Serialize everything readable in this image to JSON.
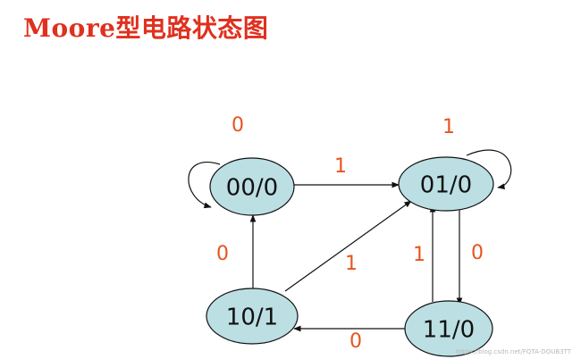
{
  "title": "Moore型电路状态图",
  "colors": {
    "title": "#e0301e",
    "state_fill": "#bcdfe3",
    "edge_label": "#e8541f"
  },
  "states": [
    {
      "id": "s00",
      "label": "00/0"
    },
    {
      "id": "s01",
      "label": "01/0"
    },
    {
      "id": "s10",
      "label": "10/1"
    },
    {
      "id": "s11",
      "label": "11/0"
    }
  ],
  "transitions": [
    {
      "id": "t-00-00",
      "from": "00/0",
      "to": "00/0",
      "input": "0"
    },
    {
      "id": "t-00-01",
      "from": "00/0",
      "to": "01/0",
      "input": "1"
    },
    {
      "id": "t-01-01",
      "from": "01/0",
      "to": "01/0",
      "input": "1"
    },
    {
      "id": "t-01-11",
      "from": "01/0",
      "to": "11/0",
      "input": "0"
    },
    {
      "id": "t-11-01",
      "from": "11/0",
      "to": "01/0",
      "input": "1"
    },
    {
      "id": "t-11-10",
      "from": "11/0",
      "to": "10/1",
      "input": "0"
    },
    {
      "id": "t-10-00",
      "from": "10/1",
      "to": "00/0",
      "input": "0"
    },
    {
      "id": "t-10-01",
      "from": "10/1",
      "to": "01/0",
      "input": "1"
    }
  ],
  "watermark": "https://blog.csdn.net/FQTA-DOUB3TT"
}
